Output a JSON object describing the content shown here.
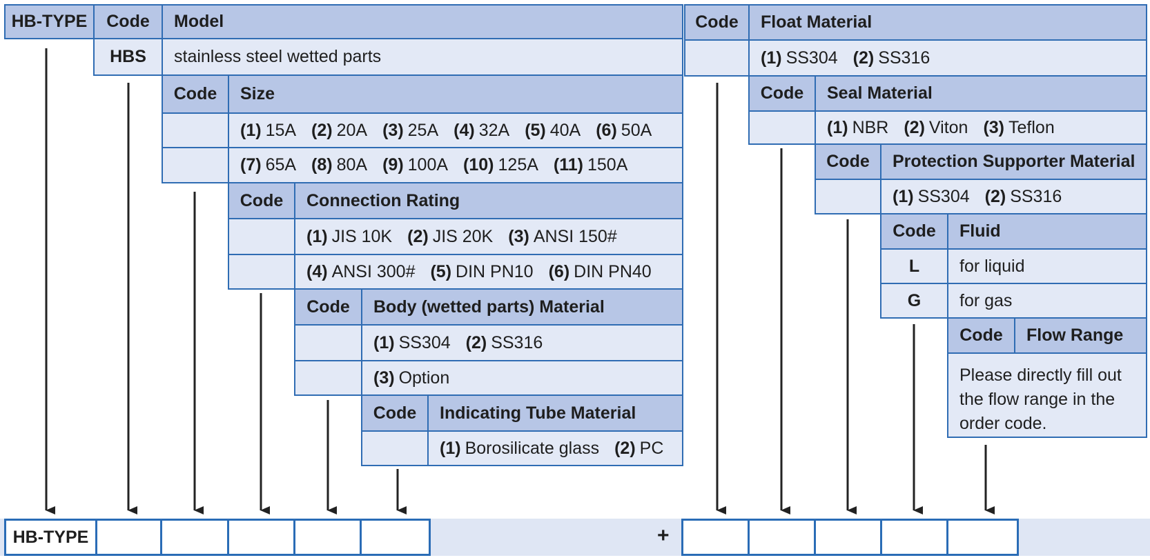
{
  "left": {
    "header": {
      "hbtype": "HB-TYPE",
      "code": "Code",
      "model": "Model"
    },
    "model_row": {
      "code": "HBS",
      "text": "stainless steel wetted parts"
    },
    "size": {
      "code": "Code",
      "title": "Size",
      "row1": [
        {
          "n": "(1)",
          "v": "15A"
        },
        {
          "n": "(2)",
          "v": "20A"
        },
        {
          "n": "(3)",
          "v": "25A"
        },
        {
          "n": "(4)",
          "v": "32A"
        },
        {
          "n": "(5)",
          "v": "40A"
        },
        {
          "n": "(6)",
          "v": "50A"
        }
      ],
      "row2": [
        {
          "n": "(7)",
          "v": "65A"
        },
        {
          "n": "(8)",
          "v": "80A"
        },
        {
          "n": "(9)",
          "v": "100A"
        },
        {
          "n": "(10)",
          "v": "125A"
        },
        {
          "n": "(11)",
          "v": "150A"
        }
      ]
    },
    "connection": {
      "code": "Code",
      "title": "Connection Rating",
      "row1": [
        {
          "n": "(1)",
          "v": "JIS 10K"
        },
        {
          "n": "(2)",
          "v": "JIS 20K"
        },
        {
          "n": "(3)",
          "v": "ANSI 150#"
        }
      ],
      "row2": [
        {
          "n": "(4)",
          "v": "ANSI 300#"
        },
        {
          "n": "(5)",
          "v": "DIN PN10"
        },
        {
          "n": "(6)",
          "v": "DIN PN40"
        }
      ]
    },
    "body": {
      "code": "Code",
      "title": "Body (wetted parts) Material",
      "row1": [
        {
          "n": "(1)",
          "v": "SS304"
        },
        {
          "n": "(2)",
          "v": "SS316"
        }
      ],
      "row2": [
        {
          "n": "(3)",
          "v": "Option"
        }
      ]
    },
    "tube": {
      "code": "Code",
      "title": "Indicating Tube Material",
      "row1": [
        {
          "n": "(1)",
          "v": "Borosilicate glass"
        },
        {
          "n": "(2)",
          "v": "PC"
        }
      ]
    }
  },
  "right": {
    "float": {
      "code": "Code",
      "title": "Float Material",
      "row1": [
        {
          "n": "(1)",
          "v": "SS304"
        },
        {
          "n": "(2)",
          "v": "SS316"
        }
      ]
    },
    "seal": {
      "code": "Code",
      "title": "Seal Material",
      "row1": [
        {
          "n": "(1)",
          "v": "NBR"
        },
        {
          "n": "(2)",
          "v": "Viton"
        },
        {
          "n": "(3)",
          "v": "Teflon"
        }
      ]
    },
    "protection": {
      "code": "Code",
      "title": "Protection Supporter Material",
      "row1": [
        {
          "n": "(1)",
          "v": "SS304"
        },
        {
          "n": "(2)",
          "v": "SS316"
        }
      ]
    },
    "fluid": {
      "code": "Code",
      "title": "Fluid",
      "rows": [
        {
          "code": "L",
          "text": "for liquid"
        },
        {
          "code": "G",
          "text": "for gas"
        }
      ]
    },
    "flow": {
      "code": "Code",
      "title": "Flow Range",
      "text": "Please directly fill out the flow range in the order code."
    }
  },
  "order": {
    "prefix": "HB-TYPE",
    "plus": "+"
  }
}
